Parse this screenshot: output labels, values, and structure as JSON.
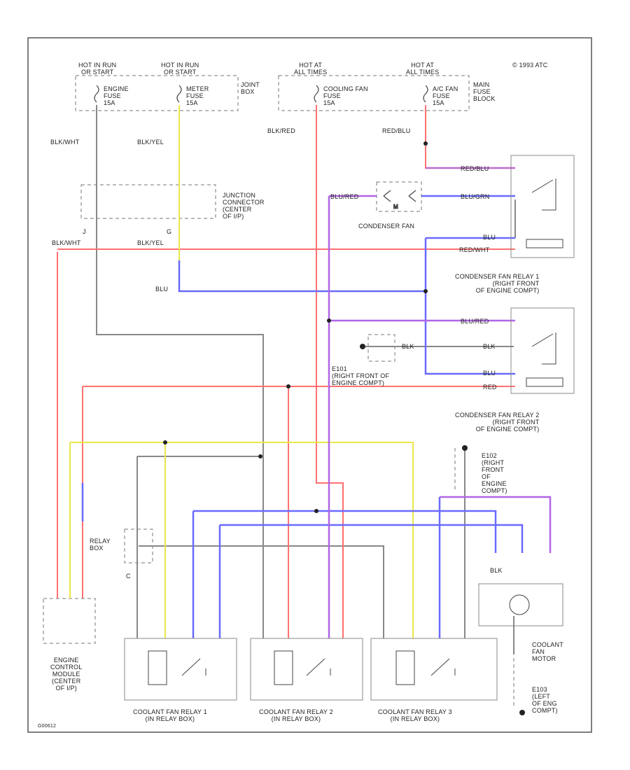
{
  "diagram": {
    "copyright": "© 1993 ATC",
    "code": "G00612",
    "colors": {
      "frame": "#555555",
      "black": "#888888",
      "red": "#ff7070",
      "blue": "#6a6aff",
      "yellow": "#e8e84a",
      "purple": "#b066e8",
      "ground": "#333333"
    },
    "hot_sources": [
      {
        "key": "s1",
        "text": "HOT IN RUN\nOR START"
      },
      {
        "key": "s2",
        "text": "HOT IN RUN\nOR START"
      },
      {
        "key": "s3",
        "text": "HOT AT\nALL TIMES"
      },
      {
        "key": "s4",
        "text": "HOT AT\nALL TIMES"
      }
    ],
    "fuses": [
      {
        "key": "f1",
        "text": "ENGINE\nFUSE\n15A"
      },
      {
        "key": "f2",
        "text": "METER\nFUSE\n15A"
      },
      {
        "key": "f3",
        "text": "COOLING FAN\nFUSE\n15A"
      },
      {
        "key": "f4",
        "text": "A/C FAN\nFUSE\n15A"
      }
    ],
    "boxes": {
      "joint_box": "JOINT\nBOX",
      "main_fuse_block": "MAIN\nFUSE\nBLOCK",
      "junction_connector": "JUNCTION\nCONNECTOR\n(CENTER\nOF I/P)",
      "relay_box": "RELAY\nBOX"
    },
    "wire_labels": [
      {
        "key": "w1",
        "text": "BLK/WHT"
      },
      {
        "key": "w2",
        "text": "BLK/YEL"
      },
      {
        "key": "w3",
        "text": "BLK/RED"
      },
      {
        "key": "w4",
        "text": "RED/BLU"
      },
      {
        "key": "w5",
        "text": "RED/BLU"
      },
      {
        "key": "w6",
        "text": "BLU/GRN"
      },
      {
        "key": "w7",
        "text": "BLU/RED"
      },
      {
        "key": "w8",
        "text": "BLK/WHT"
      },
      {
        "key": "w9",
        "text": "BLK/YEL"
      },
      {
        "key": "w10",
        "text": "RED/WHT"
      },
      {
        "key": "w11",
        "text": "BLU"
      },
      {
        "key": "w12",
        "text": "BLU"
      },
      {
        "key": "w13",
        "text": "BLU/RED"
      },
      {
        "key": "w14",
        "text": "BLK"
      },
      {
        "key": "w15",
        "text": "BLU"
      },
      {
        "key": "w16",
        "text": "RED"
      },
      {
        "key": "w17",
        "text": "BLK"
      },
      {
        "key": "w18",
        "text": "BLK"
      }
    ],
    "pin_labels": {
      "p1": "J",
      "p2": "G",
      "p3": "C"
    },
    "components": {
      "condenser_fan": "CONDENSER FAN",
      "condenser_fan_relay_1": "CONDENSER FAN RELAY 1\n(RIGHT FRONT\nOF ENGINE COMPT)",
      "condenser_fan_relay_2": "CONDENSER FAN RELAY 2\n(RIGHT FRONT\nOF ENGINE COMPT)",
      "coolant_fan_relay_1": "COOLANT FAN RELAY 1\n(IN RELAY BOX)",
      "coolant_fan_relay_2": "COOLANT FAN RELAY 2\n(IN RELAY BOX)",
      "coolant_fan_relay_3": "COOLANT FAN RELAY 3\n(IN RELAY BOX)",
      "coolant_fan_motor": "COOLANT\nFAN\nMOTOR",
      "ecm": "ENGINE\nCONTROL\nMODULE\n(CENTER\nOF I/P)"
    },
    "grounds": {
      "e101": "E101\n(RIGHT FRONT OF\nENGINE COMPT)",
      "e102": "E102\n(RIGHT\nFRONT\nOF\nENGINE\nCOMPT)",
      "e103": "E103\n(LEFT\nOF ENG\nCOMPT)"
    }
  }
}
